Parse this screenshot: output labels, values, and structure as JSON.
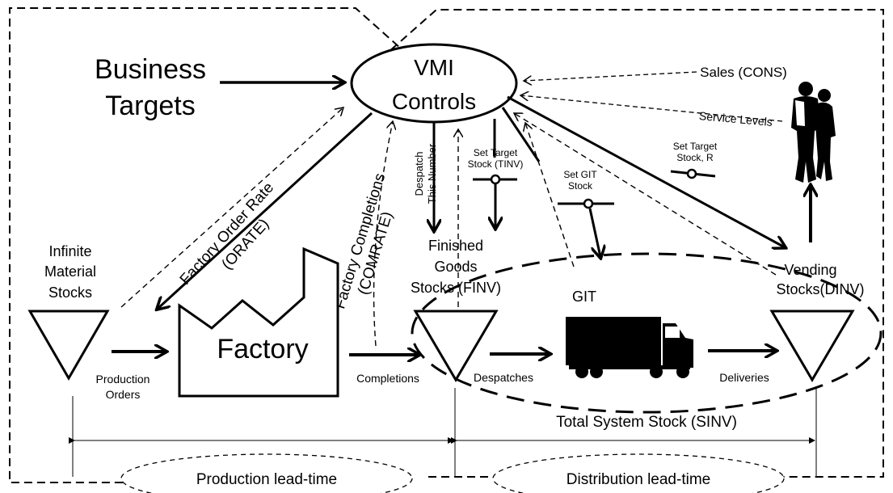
{
  "title": {
    "business_targets_line1": "Business",
    "business_targets_line2": "Targets",
    "vmi_line1": "VMI",
    "vmi_line2": "Controls"
  },
  "labels": {
    "sales": "Sales (CONS)",
    "service_levels": "Service Levels",
    "set_target_tinv_1": "Set Target",
    "set_target_tinv_2": "Stock (TINV)",
    "set_git_1": "Set GIT",
    "set_git_2": "Stock",
    "set_target_r_1": "Set Target",
    "set_target_r_2": "Stock, R",
    "despatch_1": "Despatch",
    "despatch_2": "This Number",
    "factory_order_rate_1": "Factory Order Rate",
    "factory_order_rate_2": "(ORATE)",
    "factory_completions_1": "Factory Completions",
    "factory_completions_2": "(COMRATE)",
    "infinite_1": "Infinite",
    "infinite_2": "Material",
    "infinite_3": "Stocks",
    "finished_1": "Finished",
    "finished_2": "Goods",
    "finished_3": "Stocks (FINV)",
    "git": "GIT",
    "vending_1": "Vending",
    "vending_2": "Stocks(DINV)",
    "factory": "Factory",
    "production_orders_1": "Production",
    "production_orders_2": "Orders",
    "completions": "Completions",
    "despatches": "Despatches",
    "deliveries": "Deliveries",
    "total_system_stock": "Total System Stock (SINV)",
    "production_lead_time": "Production lead-time",
    "distribution_lead_time": "Distribution lead-time"
  }
}
